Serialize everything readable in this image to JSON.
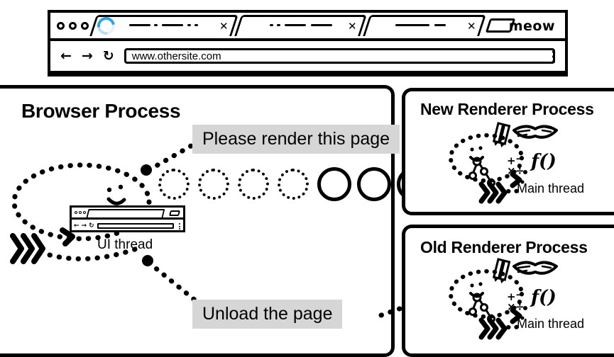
{
  "browser_window": {
    "window_dots_count": 3,
    "tabs": [
      {
        "name": "tab-loading",
        "title_scribble": true,
        "loading": true,
        "close_label": "✕"
      },
      {
        "name": "tab-2",
        "title_scribble": true,
        "loading": false,
        "close_label": "✕"
      },
      {
        "name": "tab-3",
        "title_scribble": true,
        "loading": false,
        "close_label": "✕"
      }
    ],
    "new_tab_label": "+",
    "profile_label": "meow",
    "nav": {
      "back": "←",
      "forward": "→",
      "reload": "↻"
    },
    "url": "www.othersite.com",
    "menu_label": "kebab-menu"
  },
  "panels": {
    "browser_process": {
      "title": "Browser Process",
      "ui_thread_label": "UI thread",
      "circles": [
        {
          "style": "dotted"
        },
        {
          "style": "dotted"
        },
        {
          "style": "dotted"
        },
        {
          "style": "dotted"
        },
        {
          "style": "solid"
        },
        {
          "style": "solid"
        },
        {
          "style": "solid"
        }
      ]
    },
    "new_renderer_process": {
      "title": "New Renderer Process",
      "main_thread_label": "Main thread"
    },
    "old_renderer_process": {
      "title": "Old Renderer Process",
      "main_thread_label": "Main thread"
    }
  },
  "messages": {
    "render_request": "Please render this page",
    "unload_request": "Unload the page"
  },
  "colors": {
    "ink": "#000000",
    "chip_background": "#D6D6D6",
    "spinner_blue": "#2FA3E3",
    "page_background": "#FFFFFF"
  }
}
